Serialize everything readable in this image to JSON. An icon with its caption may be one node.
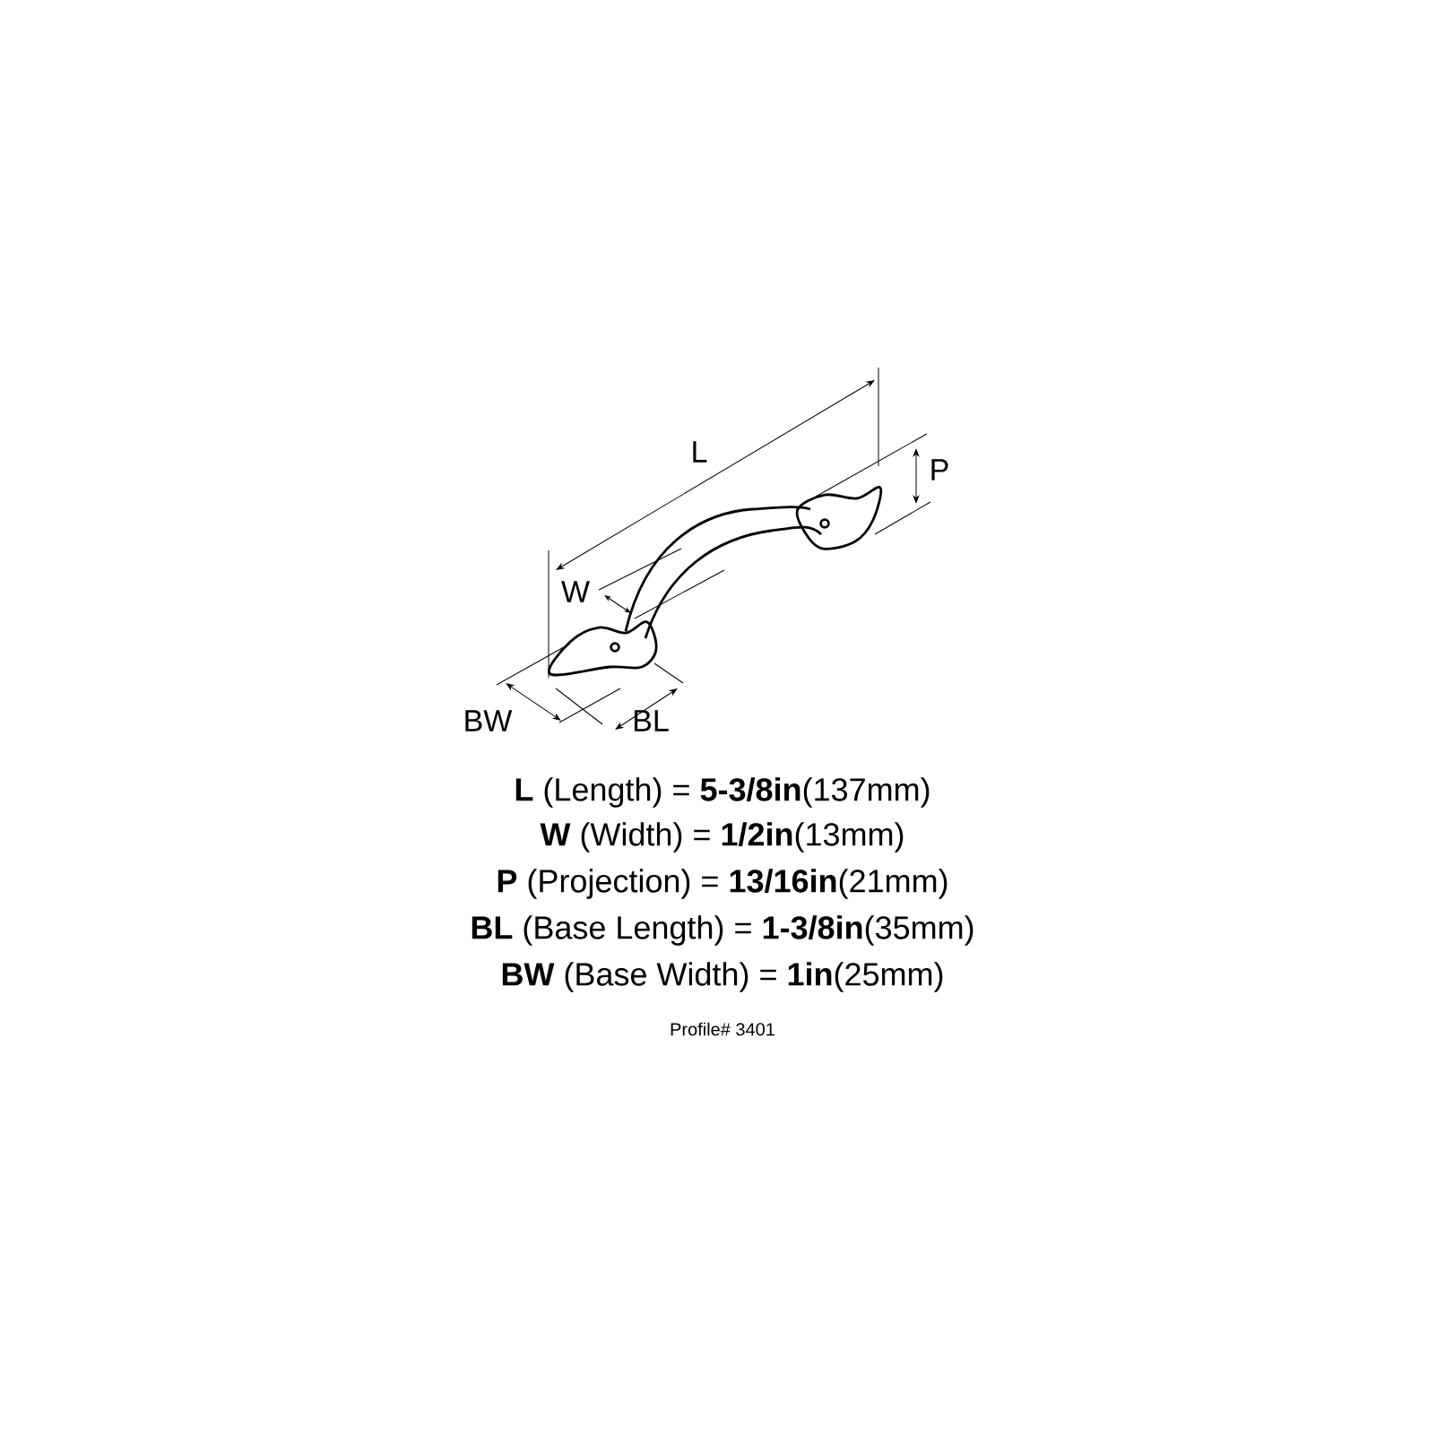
{
  "diagram": {
    "labels": [
      "L",
      "P",
      "W",
      "BW",
      "BL",
      "**L** (Length) = **5-3/8in**(137mm)",
      "**W** (Width) = **1/2in**(13mm)",
      "**P** (Projection) = **13/16in**(21mm)",
      "**BL** (Base Length) = **1-3/8in**(35mm)",
      "**BW** (Base Width) = **1in**(25mm)",
      "Profile# 3401"
    ]
  }
}
